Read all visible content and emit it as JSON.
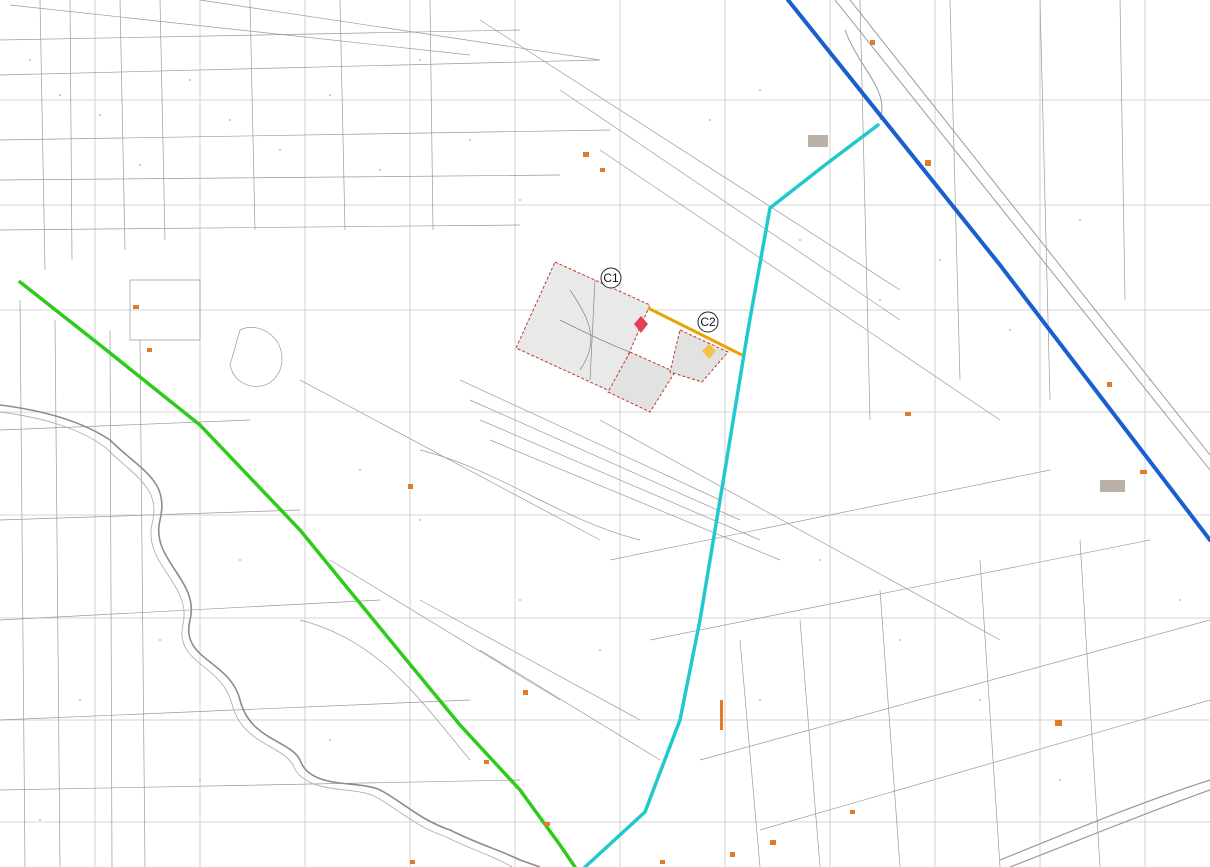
{
  "map": {
    "labels": {
      "c1": "C1",
      "c2": "C2"
    },
    "colors": {
      "background": "#ffffff",
      "grid": "#b8b8b8",
      "parcel_lines": "#9a9a9a",
      "highlight_area": "#e9e9e9",
      "highlight_border": "#c0392b",
      "green_route": "#2ecc1a",
      "cyan_route": "#22c9cc",
      "blue_route": "#1a5fd0",
      "orange_segment": "#e8a300",
      "buildings": "#e07b2a",
      "river": "#8c8c8c"
    },
    "markers": [
      {
        "name": "red-pin",
        "color": "#e3405a"
      },
      {
        "name": "yellow-pin",
        "color": "#f3c24a"
      }
    ]
  }
}
